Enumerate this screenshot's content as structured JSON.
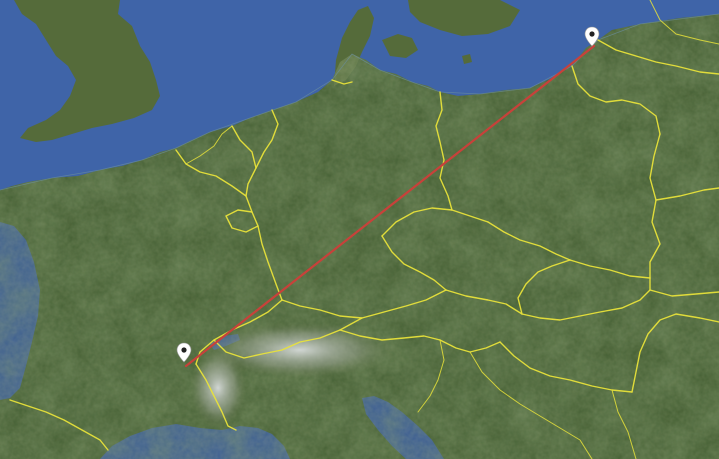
{
  "map": {
    "view": "satellite",
    "region": "Central Europe",
    "colors": {
      "water": "#3f64a8",
      "water_dark": "#355896",
      "land_base": "#3f5a2e",
      "land_light": "#556b3a",
      "land_dark": "#2f4722",
      "farmland": "#5e6b3e",
      "mountain_snow": "#d9dce0",
      "border": "#e8e23a",
      "route": "#c8413a",
      "marker_fill": "#ffffff",
      "marker_dot": "#222222"
    },
    "route": {
      "type": "straight-line",
      "start": {
        "name": "route-start-marker",
        "icon": "map-pin-icon"
      },
      "end": {
        "name": "route-end-marker",
        "icon": "map-pin-icon"
      }
    }
  }
}
